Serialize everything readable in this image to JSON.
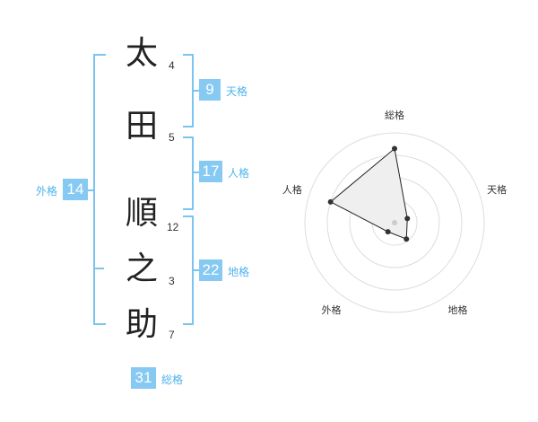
{
  "name": {
    "characters": [
      {
        "char": "太",
        "strokes": "4"
      },
      {
        "char": "田",
        "strokes": "5"
      },
      {
        "char": "順",
        "strokes": "12"
      },
      {
        "char": "之",
        "strokes": "3"
      },
      {
        "char": "助",
        "strokes": "7"
      }
    ]
  },
  "kakusu": {
    "tenkaku": {
      "value": "9",
      "label": "天格"
    },
    "jinkaku": {
      "value": "17",
      "label": "人格"
    },
    "chikaku": {
      "value": "22",
      "label": "地格"
    },
    "gaikaku": {
      "value": "14",
      "label": "外格"
    },
    "soukaku": {
      "value": "31",
      "label": "総格"
    }
  },
  "colors": {
    "badge": "#86c9f2",
    "bracket": "#7cc4f0",
    "badge_label": "#4fb3ec",
    "radar_fill": "#efefef",
    "radar_stroke": "#222222"
  },
  "radar": {
    "axes": [
      "総格",
      "天格",
      "地格",
      "外格",
      "人格"
    ],
    "levels": 4,
    "values": [
      3.3,
      0.6,
      0.9,
      0.5,
      3.0
    ],
    "max": 4
  }
}
